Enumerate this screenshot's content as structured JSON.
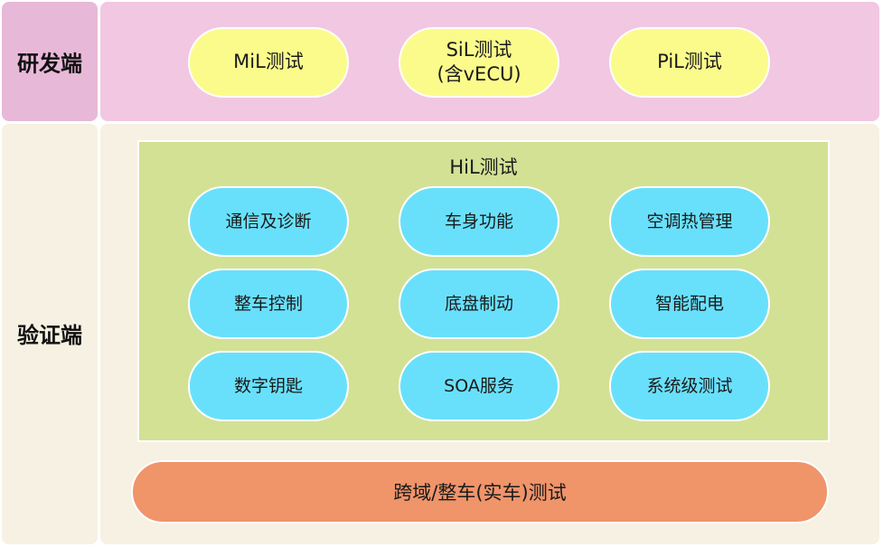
{
  "development": {
    "label": "研发端",
    "tests": [
      {
        "label": "MiL测试"
      },
      {
        "label": "SiL测试\n(含vECU)"
      },
      {
        "label": "PiL测试"
      }
    ]
  },
  "verification": {
    "label": "验证端",
    "hil": {
      "title": "HiL测试",
      "items": [
        {
          "label": "通信及诊断"
        },
        {
          "label": "车身功能"
        },
        {
          "label": "空调热管理"
        },
        {
          "label": "整车控制"
        },
        {
          "label": "底盘制动"
        },
        {
          "label": "智能配电"
        },
        {
          "label": "数字钥匙"
        },
        {
          "label": "SOA服务"
        },
        {
          "label": "系统级测试"
        }
      ]
    },
    "cross_domain": "跨域/整车(实车)测试"
  },
  "colors": {
    "dev_label_bg": "#e8b8d8",
    "dev_bg": "#f2c7e1",
    "ver_bg": "#f6f1e2",
    "yellow_pill": "#fbfb8c",
    "blue_pill": "#69e0fb",
    "hil_bg": "#d3e195",
    "cross_bar": "#f0946a"
  }
}
